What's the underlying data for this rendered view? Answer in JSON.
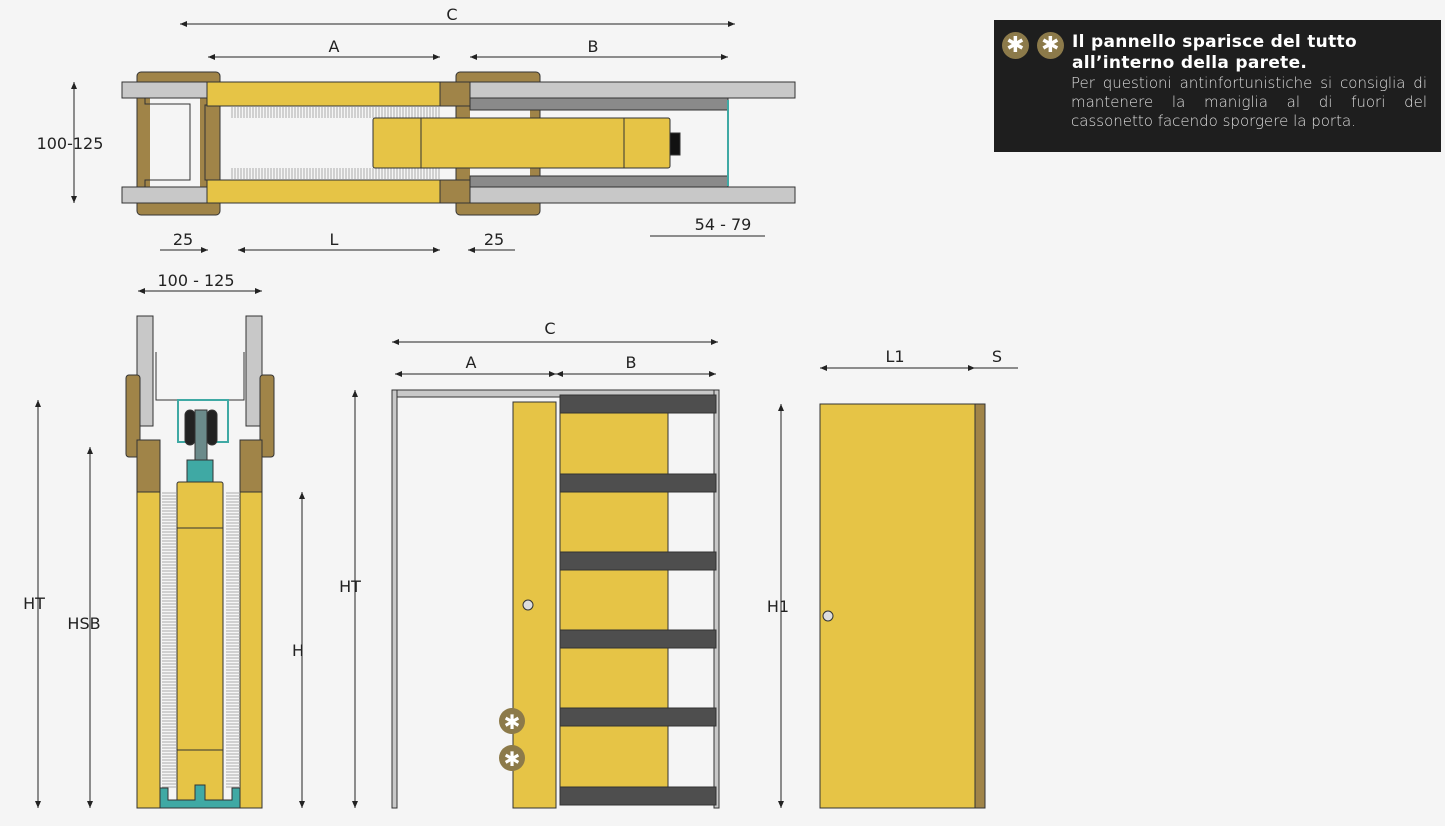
{
  "colors": {
    "wood": "#e6c446",
    "jamb": "#a08448",
    "wall": "#c8c8c8",
    "steel": "#8a8a8a",
    "bar": "#4e4e4e",
    "teal": "#3fa9a4",
    "info_bg": "#1e1e1e",
    "badge": "#8c7a4a"
  },
  "info": {
    "badge_icon": "asterisk-icon",
    "badge_symbol": "✱",
    "title_line1": "Il pannello sparisce del tutto",
    "title_line2": "all’interno della parete.",
    "body": "Per questioni antinfortunistiche si consiglia di mantenere la maniglia al di fuori del cassonetto facendo sporgere la porta."
  },
  "plan": {
    "dim_c": "C",
    "dim_a": "A",
    "dim_b": "B",
    "dim_wall": "100-125",
    "dim_left": "25",
    "dim_l": "L",
    "dim_right": "25",
    "dim_offset": "54 - 79"
  },
  "section": {
    "dim_wall": "100 - 125",
    "dim_ht": "HT",
    "dim_hsb": "HSB",
    "dim_h": "H"
  },
  "elevation": {
    "dim_c": "C",
    "dim_a": "A",
    "dim_b": "B",
    "dim_ht": "HT",
    "badge_symbol": "✱"
  },
  "door": {
    "dim_l1": "L1",
    "dim_s": "S",
    "dim_h1": "H1"
  }
}
